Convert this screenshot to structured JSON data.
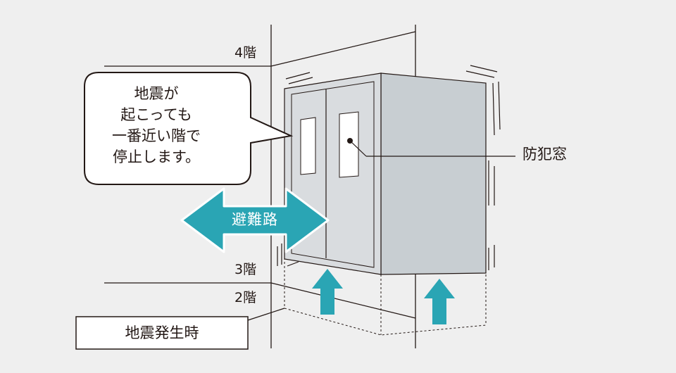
{
  "floors": {
    "f4": "4階",
    "f3": "3階",
    "f2": "2階"
  },
  "bubble": {
    "lines": [
      "地震が",
      "起こっても",
      "一番近い階で",
      "停止します。"
    ]
  },
  "labels": {
    "crime_window": "防犯窓",
    "evac_route": "避難路",
    "earthquake": "地震発生時"
  },
  "colors": {
    "background": "#efefef",
    "line": "#231815",
    "car_front": "#d9dcdf",
    "car_side": "#c8ced2",
    "accent": "#2aa5b4"
  },
  "icons": {
    "route": "double-arrow-icon",
    "up": "up-arrow-icon"
  }
}
